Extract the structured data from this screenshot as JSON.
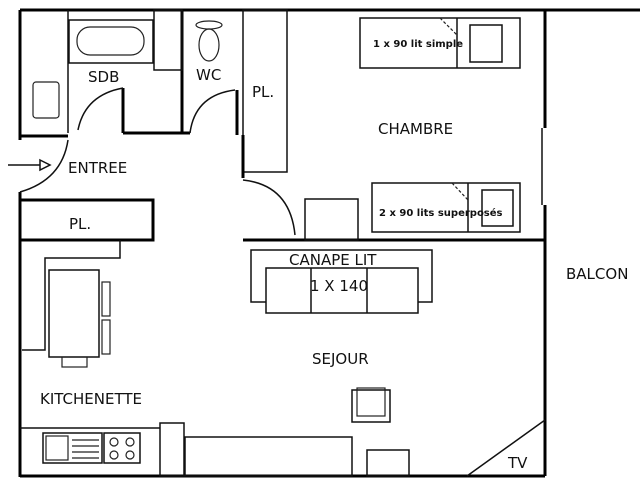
{
  "plan": {
    "rooms": {
      "sdb": "SDB",
      "wc": "WC",
      "placard_top": "PL.",
      "placard_left": "PL.",
      "entree": "ENTREE",
      "chambre": "CHAMBRE",
      "sejour": "SEJOUR",
      "kitchenette": "KITCHENETTE",
      "balcon": "BALCON"
    },
    "furniture": {
      "bed_single": "1 x 90 lit simple",
      "bed_bunk": "2 x 90 lits superposés",
      "sofa_title": "CANAPE LIT",
      "sofa_size": "1 X 140",
      "tv": "TV"
    }
  }
}
